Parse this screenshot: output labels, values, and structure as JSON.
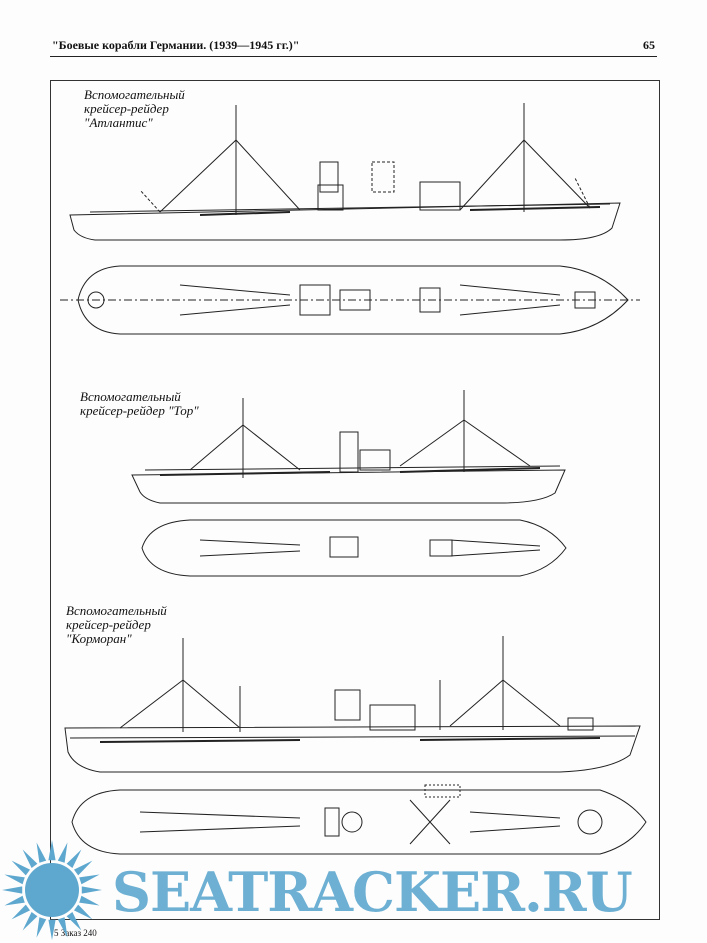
{
  "header": {
    "title": "\"Боевые корабли Германии. (1939—1945 гг.)\"",
    "page_number": "65"
  },
  "ships": [
    {
      "caption": [
        "Вспомогательный",
        "крейсер-рейдер",
        "\"Атлантис\""
      ]
    },
    {
      "caption": [
        "Вспомогательный",
        "крейсер-рейдер \"Тор\""
      ]
    },
    {
      "caption": [
        "Вспомогательный",
        "крейсер-рейдер",
        "\"Корморан\""
      ]
    }
  ],
  "footer": {
    "signature": "5  Заказ 240"
  },
  "watermark": {
    "text": "SEATRACKER.RU",
    "color": "#5ea8cf"
  }
}
